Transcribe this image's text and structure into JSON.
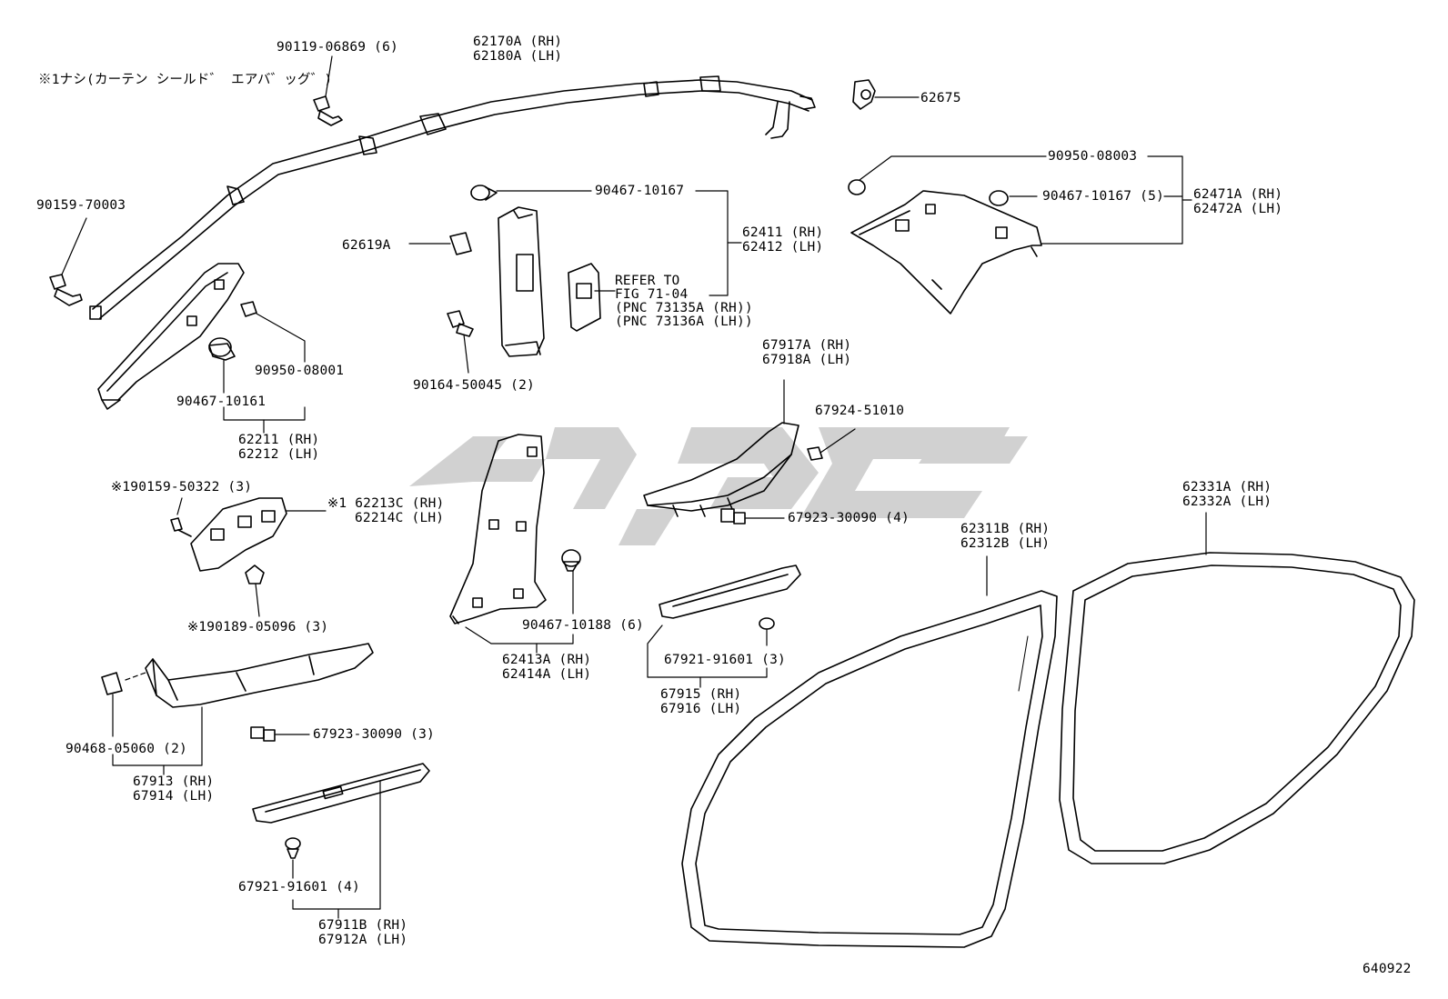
{
  "diagram_id": "640922",
  "note_jp": "※1ナシ(カーテン シールド゛ エアバ゛ッグ゛)",
  "parts": {
    "p90119": "90119-06869 (6)",
    "p62170": [
      "62170A (RH)",
      "62180A (LH)"
    ],
    "p62675": "62675",
    "p90159": "90159-70003",
    "p90467_a": "90467-10167",
    "p62411": [
      "62411 (RH)",
      "62412 (LH)"
    ],
    "p62619": "62619A",
    "refer": [
      "REFER TO",
      "FIG 71-04",
      "(PNC 73135A (RH))",
      "(PNC 73136A (LH))"
    ],
    "p90164": "90164-50045 (2)",
    "p90950_b": "90950-08003",
    "p90467_b": "90467-10167 (5)",
    "p62471": [
      "62471A (RH)",
      "62472A (LH)"
    ],
    "p90950_a": "90950-08001",
    "p90467_c": "90467-10161",
    "p62211": [
      "62211 (RH)",
      "62212 (LH)"
    ],
    "p67917": [
      "67917A (RH)",
      "67918A (LH)"
    ],
    "p67924": "67924-51010",
    "p190159": "※190159-50322 (3)",
    "p62213": [
      "※1  62213C (RH)",
      "62214C (LH)"
    ],
    "p190189": "※190189-05096 (3)",
    "p67923_a": "67923-30090 (4)",
    "p62331": [
      "62331A (RH)",
      "62332A (LH)"
    ],
    "p62311": [
      "62311B (RH)",
      "62312B (LH)"
    ],
    "p90467_d": "90467-10188 (6)",
    "p62413": [
      "62413A (RH)",
      "62414A (LH)"
    ],
    "p67921_a": "67921-91601 (3)",
    "p67915": [
      "67915 (RH)",
      "67916 (LH)"
    ],
    "p90468": "90468-05060 (2)",
    "p67913": [
      "67913 (RH)",
      "67914 (LH)"
    ],
    "p67923_b": "67923-30090 (3)",
    "p67921_b": "67921-91601 (4)",
    "p67911": [
      "67911B (RH)",
      "67912A (LH)"
    ]
  },
  "watermark_color": "#cfcfcf"
}
